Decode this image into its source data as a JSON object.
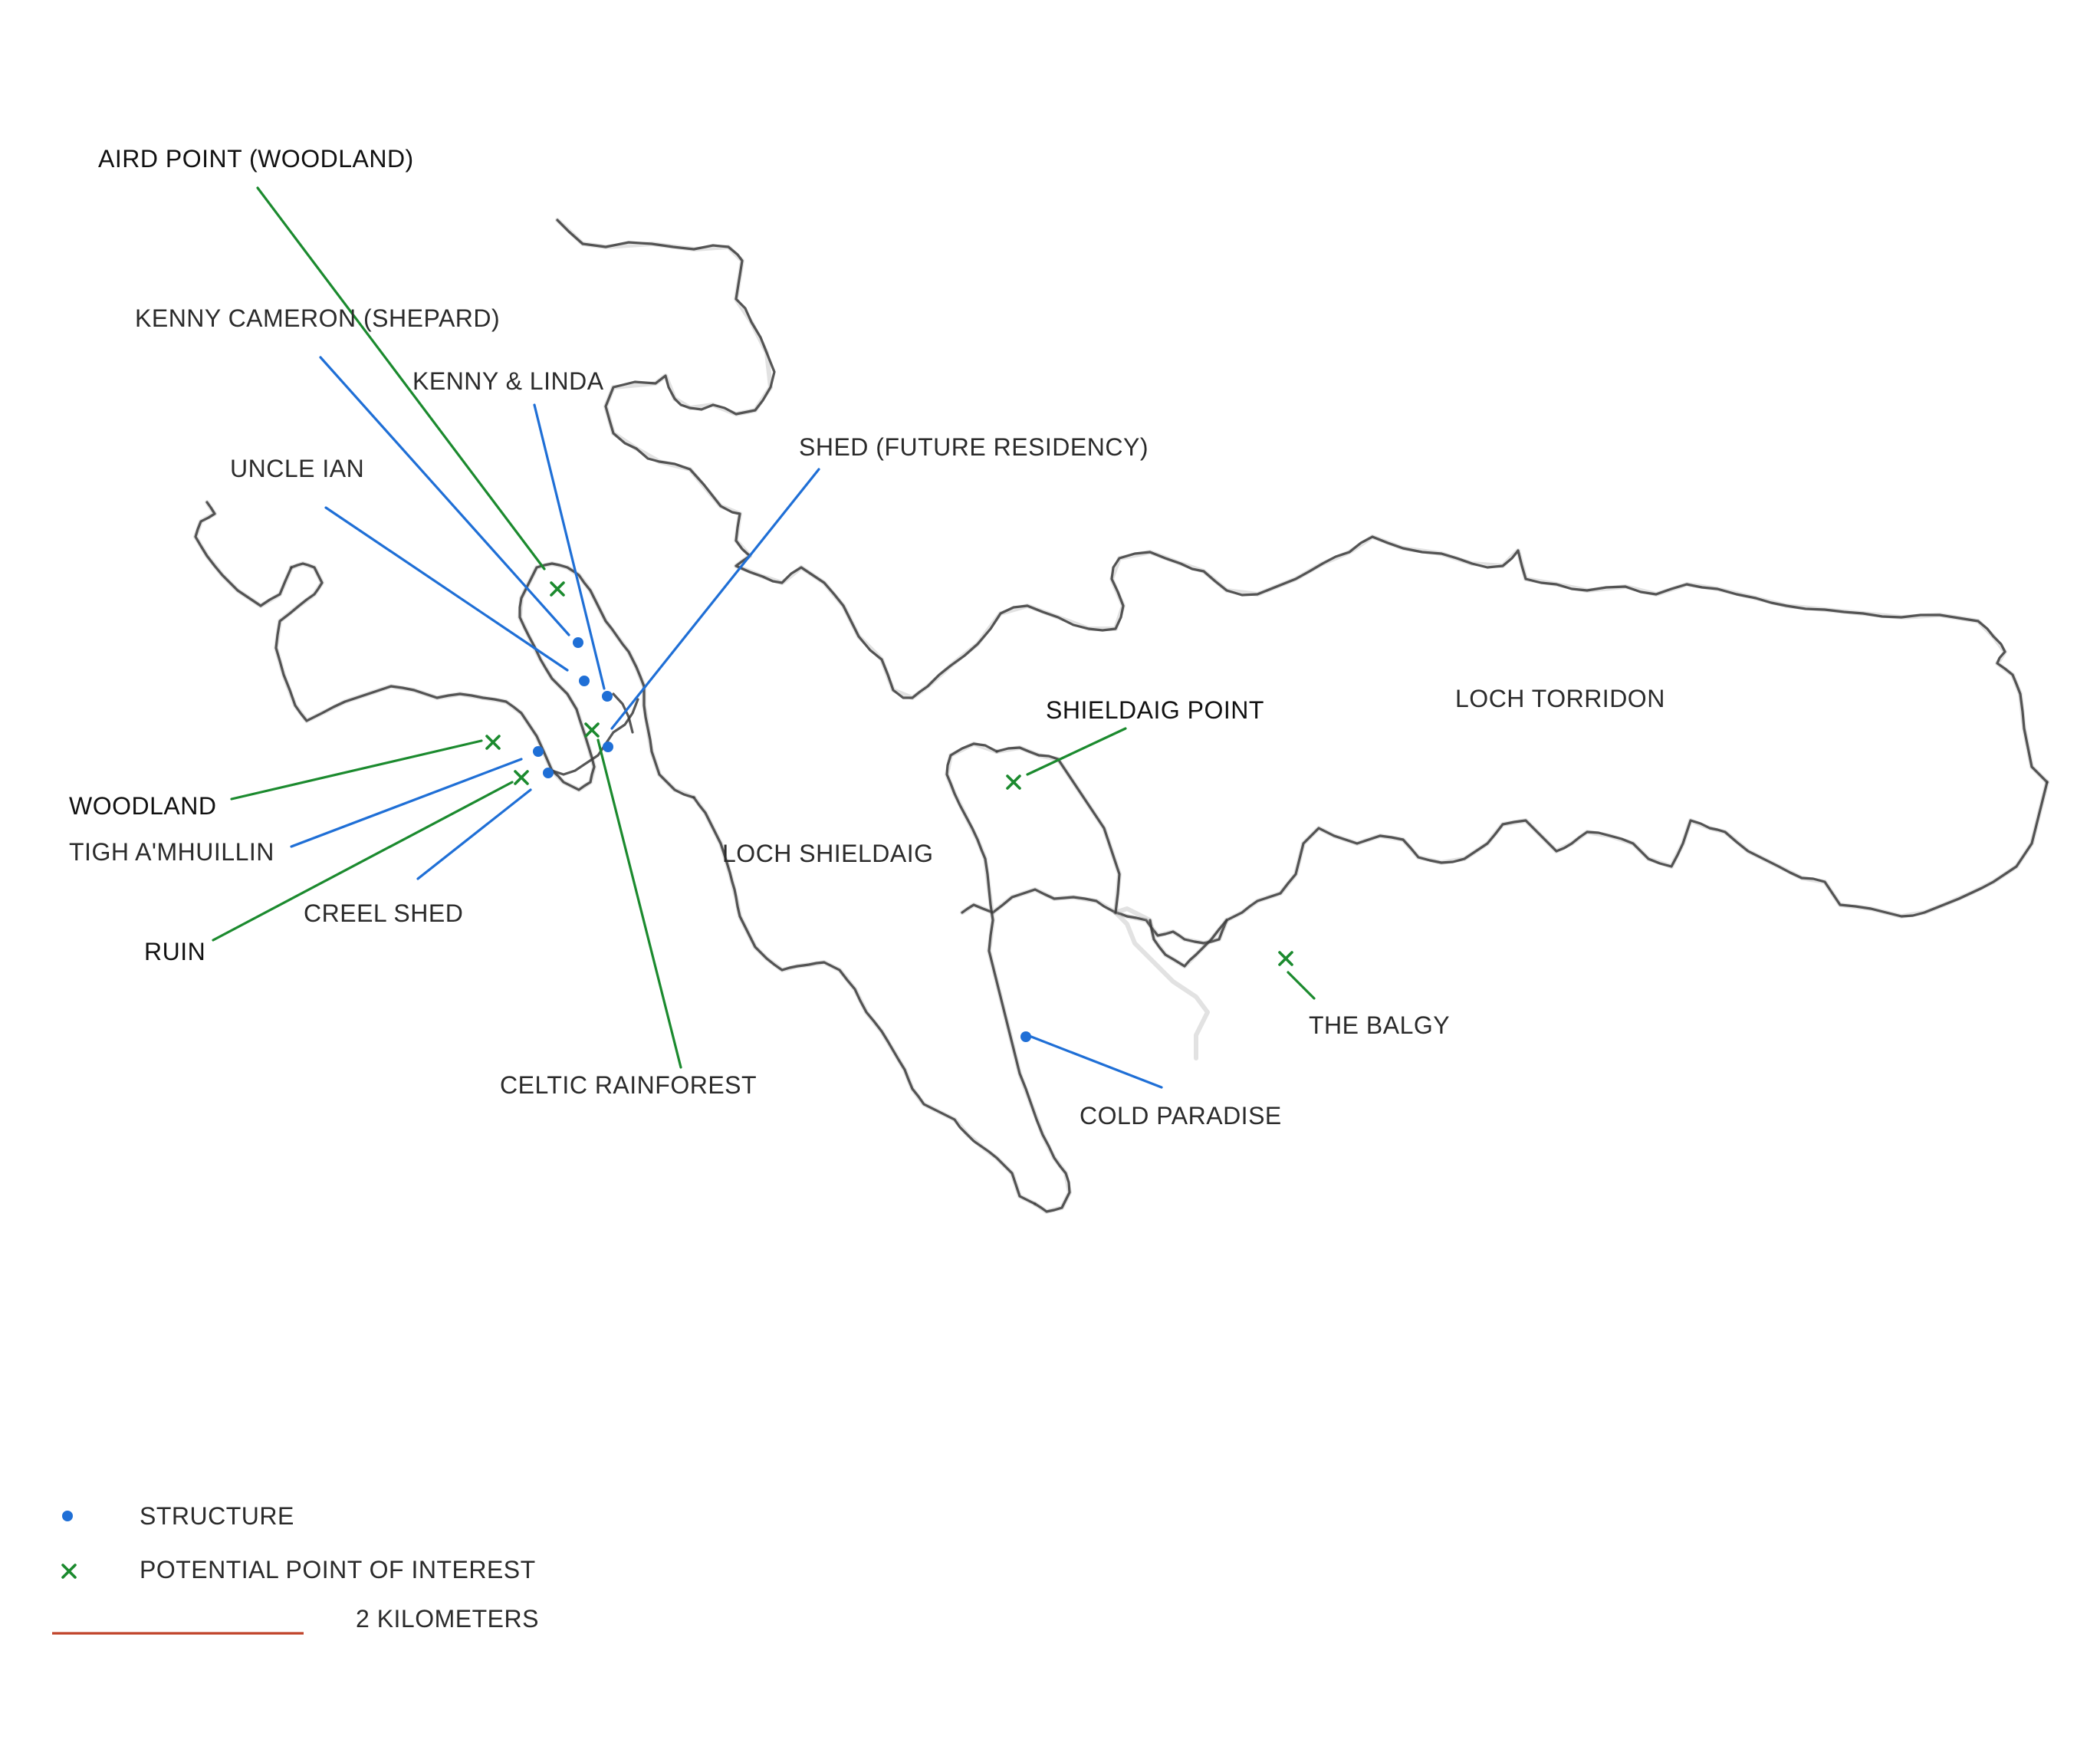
{
  "colors": {
    "structure": "#1f6fd6",
    "point_of_interest": "#1b8a2e",
    "scale_bar": "#c0442b",
    "coastline": "#3a3a3a"
  },
  "water_labels": {
    "loch_shieldaig": "LOCH SHIELDAIG",
    "loch_torridon": "LOCH TORRIDON"
  },
  "places": [
    {
      "id": "aird-point",
      "label": "AIRD POINT (WOODLAND)",
      "kind": "point_of_interest"
    },
    {
      "id": "kenny-cameron",
      "label": "KENNY CAMERON (SHEPARD)",
      "kind": "structure"
    },
    {
      "id": "kenny-linda",
      "label": "KENNY & LINDA",
      "kind": "structure"
    },
    {
      "id": "uncle-ian",
      "label": "UNCLE IAN",
      "kind": "structure"
    },
    {
      "id": "shed-future",
      "label": "SHED (FUTURE RESIDENCY)",
      "kind": "structure"
    },
    {
      "id": "woodland",
      "label": "WOODLAND",
      "kind": "point_of_interest"
    },
    {
      "id": "tigh",
      "label": "TIGH A'MHUILLIN",
      "kind": "structure"
    },
    {
      "id": "creel-shed",
      "label": "CREEL SHED",
      "kind": "structure"
    },
    {
      "id": "ruin",
      "label": "RUIN",
      "kind": "point_of_interest"
    },
    {
      "id": "celtic-rainforest",
      "label": "CELTIC RAINFOREST",
      "kind": "point_of_interest"
    },
    {
      "id": "shieldaig-point",
      "label": "SHIELDAIG POINT",
      "kind": "point_of_interest"
    },
    {
      "id": "the-balgy",
      "label": "THE BALGY",
      "kind": "point_of_interest"
    },
    {
      "id": "cold-paradise",
      "label": "COLD PARADISE",
      "kind": "structure"
    }
  ],
  "legend": {
    "structure": "STRUCTURE",
    "point_of_interest": "POTENTIAL POINT OF INTEREST",
    "scale": "2 KILOMETERS"
  }
}
